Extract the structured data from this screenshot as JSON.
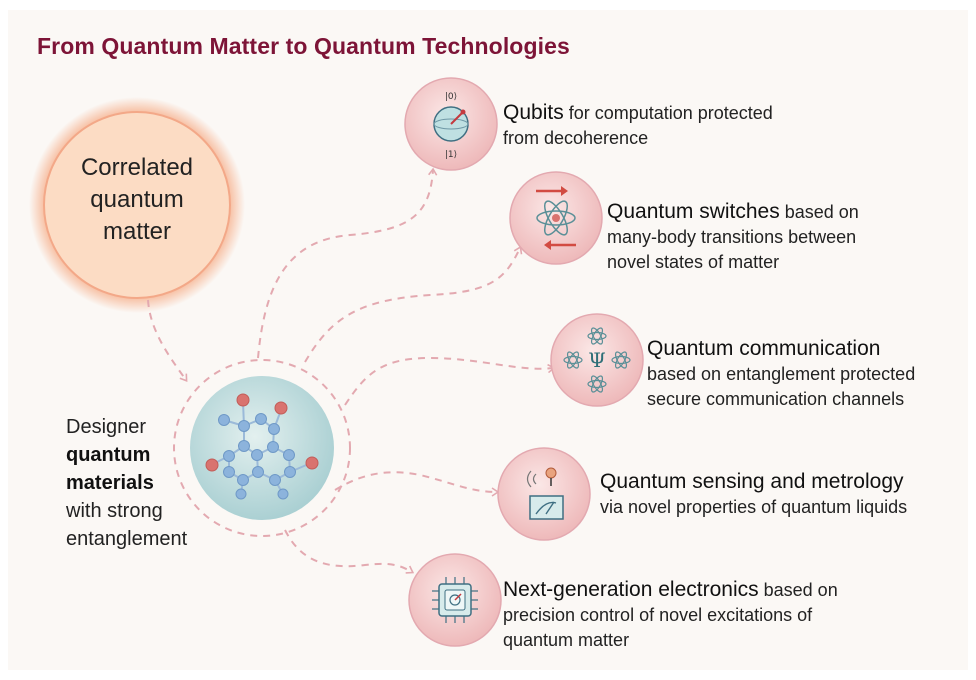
{
  "title": "From Quantum Matter to Quantum Technologies",
  "source": {
    "label_lines": [
      "Correlated",
      "quantum",
      "matter"
    ]
  },
  "hub": {
    "label_lines": [
      "Designer",
      "quantum",
      "materials",
      "with strong",
      "entanglement"
    ]
  },
  "qubit_kets": {
    "top": "|0⟩",
    "bottom": "|1⟩"
  },
  "psi_symbol": "Ψ",
  "applications": [
    {
      "icon": "qubit-bloch-sphere-icon",
      "title": "Qubits",
      "desc_line1": " for computation protected",
      "desc_line2": "from decoherence",
      "desc_line3": ""
    },
    {
      "icon": "atom-switch-icon",
      "title": "Quantum switches",
      "desc_line1": " based on",
      "desc_line2": "many-body transitions between",
      "desc_line3": "novel states of matter"
    },
    {
      "icon": "entangled-atoms-psi-icon",
      "title": "Quantum communication",
      "desc_line1": "",
      "desc_line2": "based on entanglement protected",
      "desc_line3": "secure communication channels"
    },
    {
      "icon": "sensor-meter-icon",
      "title": "Quantum sensing and metrology",
      "desc_line1": "",
      "desc_line2": "via novel properties of quantum liquids",
      "desc_line3": ""
    },
    {
      "icon": "chip-icon",
      "title": "Next-generation electronics",
      "desc_line1": " based on",
      "desc_line2": "precision control of novel excitations of",
      "desc_line3": "quantum matter"
    }
  ],
  "colors": {
    "title": "#7d1437",
    "arrow": "#e3a9b0",
    "icon_circle": "#f3d2d3",
    "source_glow": "#f7b89a",
    "hub_fill": "#c3dfe0",
    "node_blue": "#8cb3dc",
    "node_red": "#d9736f"
  }
}
